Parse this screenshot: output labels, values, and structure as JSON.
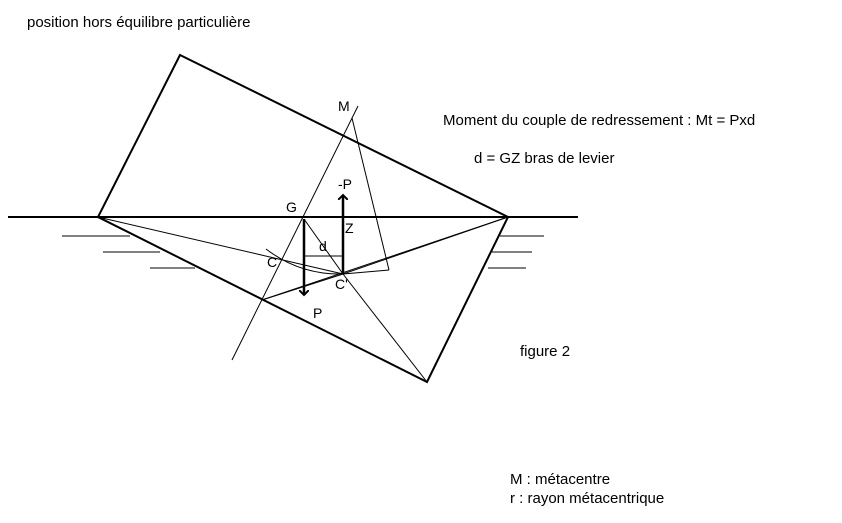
{
  "title": "position hors équilibre particulière",
  "formula_moment": "Moment du couple de redressement : Mt = Pxd",
  "formula_lever": "d = GZ   bras de levier",
  "figure_caption": "figure 2",
  "legend": {
    "m": "M : métacentre",
    "r": "r : rayon métacentrique"
  },
  "points": {
    "M": "M",
    "G": "G",
    "Z": "Z",
    "C": "C",
    "C_prime": "C'",
    "d": "d",
    "P": "P",
    "minus_P": "-P"
  }
}
